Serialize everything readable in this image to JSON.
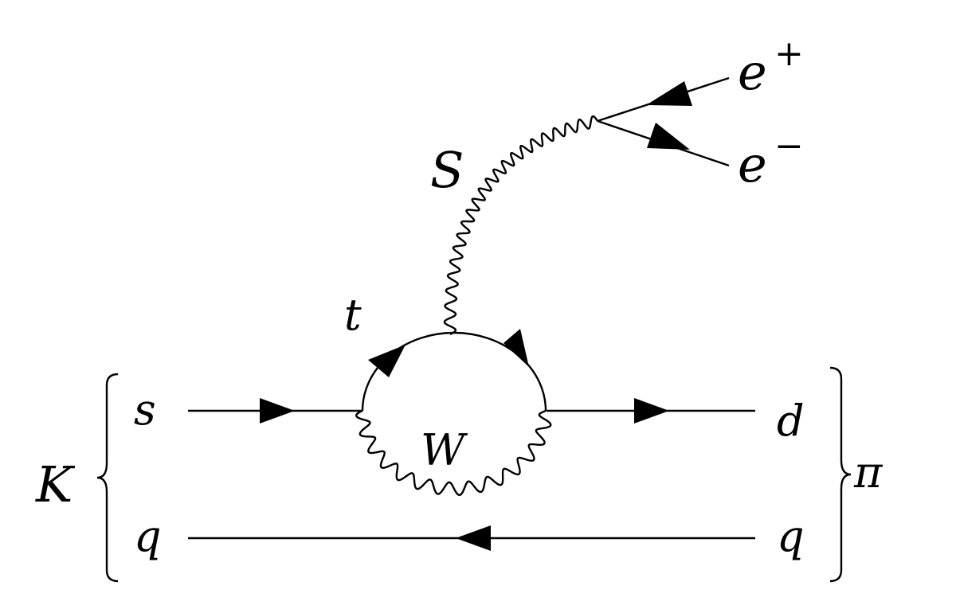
{
  "labels": {
    "incoming_top": "s",
    "incoming_bottom": "q",
    "outgoing_top": "d",
    "outgoing_bottom": "q",
    "initial_meson": "K",
    "final_meson": "π",
    "loop_quark": "t",
    "loop_boson": "W",
    "emitted_boson": "S",
    "positron": "e",
    "positron_charge": "+",
    "electron": "e",
    "electron_charge": "−"
  },
  "colors": {
    "ink": "#000000",
    "background": "#ffffff"
  }
}
